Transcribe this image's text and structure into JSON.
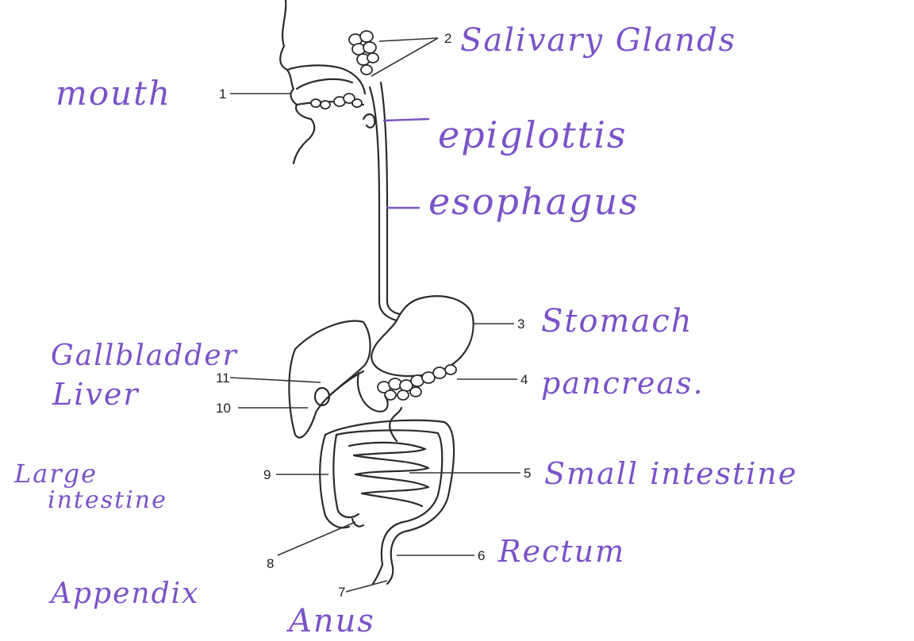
{
  "labels": {
    "mouth": "mouth",
    "salivary": "Salivary Glands",
    "epiglottis": "epiglottis",
    "esophagus": "esophagus",
    "stomach": "Stomach",
    "gallbladder": "Gallbladder",
    "liver": "Liver",
    "pancreas": "pancreas.",
    "large_intestine_1": "Large",
    "large_intestine_2": "intestine",
    "small_intestine": "Small  intestine",
    "rectum": "Rectum",
    "appendix": "Appendix",
    "anus": "Anus"
  },
  "numbers": {
    "n1": "1",
    "n2": "2",
    "n3": "3",
    "n4": "4",
    "n5": "5",
    "n6": "6",
    "n7": "7",
    "n8": "8",
    "n9": "9",
    "n10": "10",
    "n11": "11"
  },
  "colors": {
    "handwriting": "#7a52c8",
    "line_art": "#2b2b2b"
  }
}
